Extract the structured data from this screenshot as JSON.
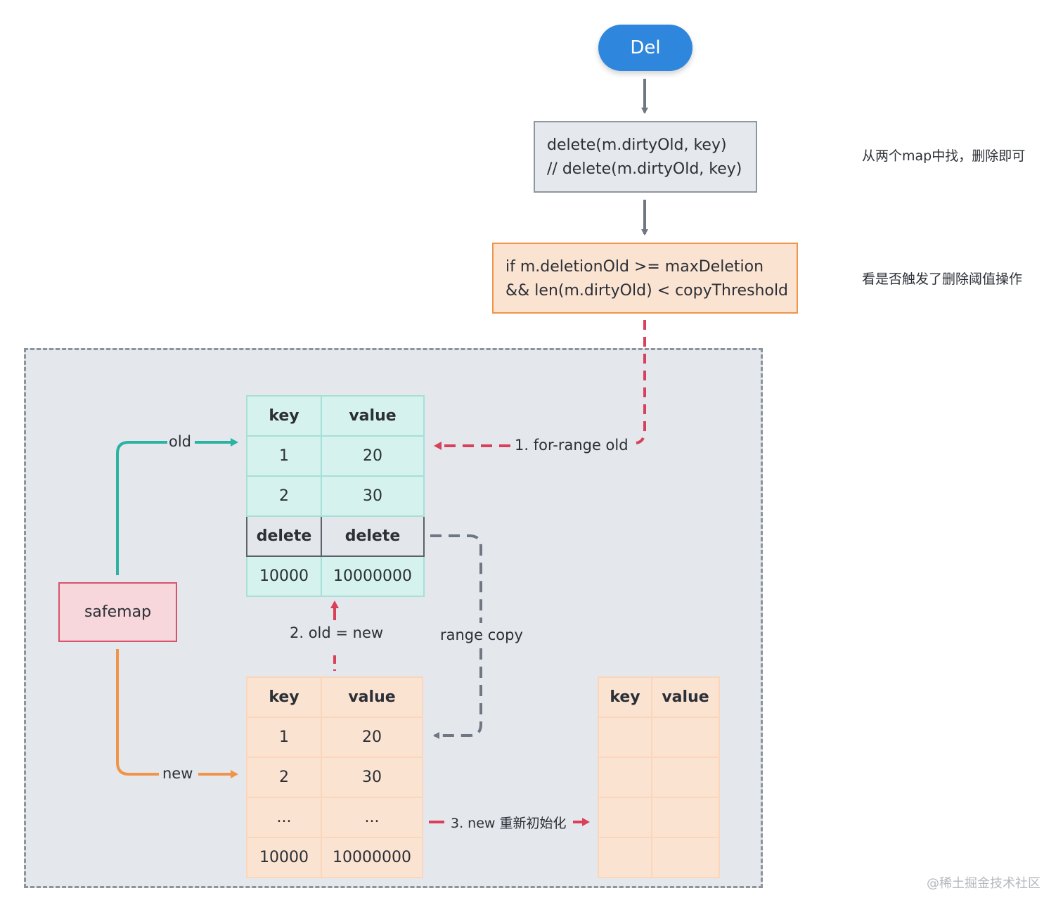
{
  "flow": {
    "start": "Del",
    "delete_box": "delete(m.dirtyOld, key)\n// delete(m.dirtyOld, key)",
    "condition_box": "if m.deletionOld >= maxDeletion\n&& len(m.dirtyOld) < copyThreshold"
  },
  "notes": {
    "delete_note": "从两个map中找，删除即可",
    "condition_note": "看是否触发了删除阈值操作"
  },
  "safemap": {
    "label": "safemap",
    "old_edge": "old",
    "new_edge": "new"
  },
  "edges": {
    "step1": "1. for-range old",
    "step2": "2. old = new",
    "range_copy": "range copy",
    "step3": "3. new 重新初始化"
  },
  "old_table": {
    "headers": [
      "key",
      "value"
    ],
    "rows": [
      [
        "1",
        "20"
      ],
      [
        "2",
        "30"
      ]
    ],
    "delete_row": [
      "delete",
      "delete"
    ],
    "last_row": [
      "10000",
      "10000000"
    ]
  },
  "new_table": {
    "headers": [
      "key",
      "value"
    ],
    "rows": [
      [
        "1",
        "20"
      ],
      [
        "2",
        "30"
      ],
      [
        "...",
        "..."
      ],
      [
        "10000",
        "10000000"
      ]
    ]
  },
  "empty_table": {
    "headers": [
      "key",
      "value"
    ]
  },
  "watermark": "@稀土掘金技术社区",
  "colors": {
    "start": "#2f86dd",
    "red_dash": "#d9415a",
    "teal": "#2ab3a3",
    "orange": "#ef9448",
    "gray": "#6f7782"
  }
}
